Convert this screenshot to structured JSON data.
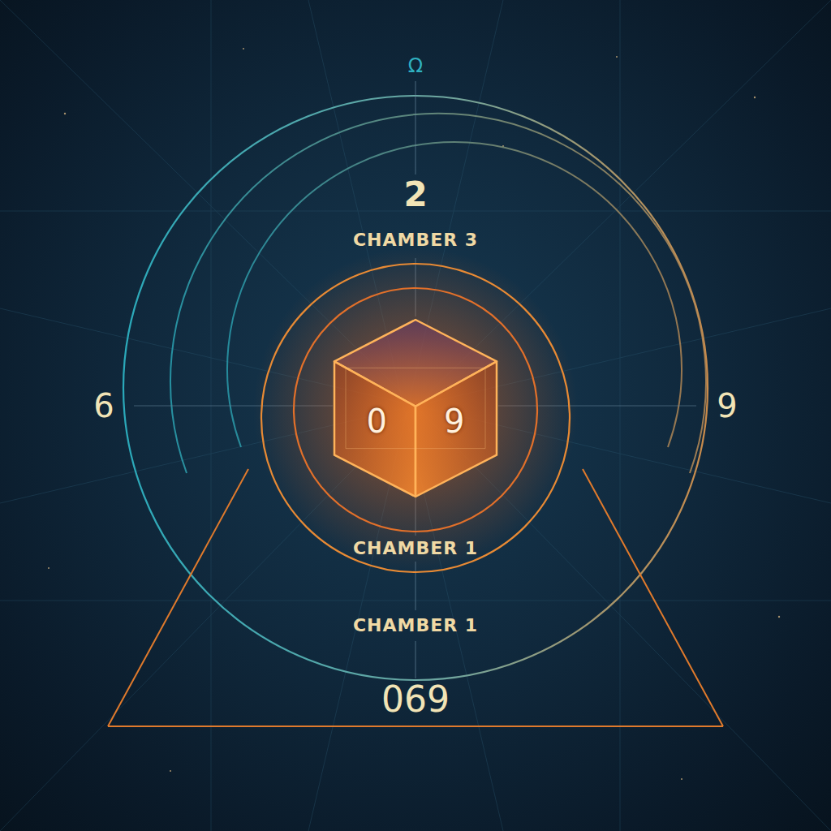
{
  "diagram": {
    "nodes": [
      {
        "text": [
          "0",
          "9"
        ]
      }
    ],
    "labels": [
      "Ω",
      "2",
      "CHAMBER 3",
      "6",
      "9",
      "CHAMBER 1",
      "CHAMBER 1",
      "069"
    ]
  }
}
